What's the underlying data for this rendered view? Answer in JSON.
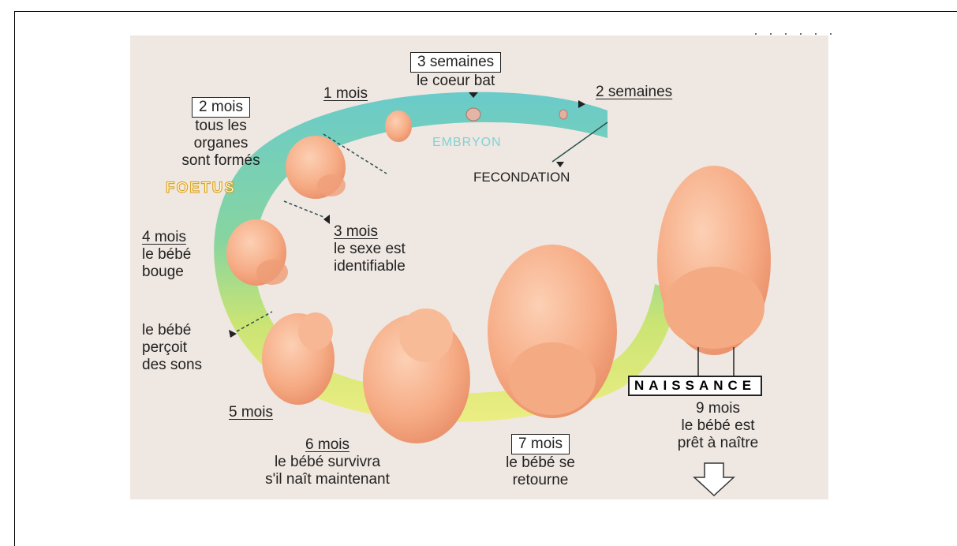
{
  "labels": {
    "partial_top": "· · · · · ·",
    "weeks3_title": "3 semaines",
    "weeks3_desc": "le coeur bat",
    "month1": "1 mois",
    "weeks2": "2 semaines",
    "embryon": "EMBRYON",
    "fecondation": "FECONDATION",
    "month2_title": "2 mois",
    "month2_desc": [
      "tous les",
      "organes",
      "sont formés"
    ],
    "foetus": "FOETUS",
    "month3_title": "3 mois",
    "month3_desc": [
      "le sexe est",
      "identifiable"
    ],
    "month4_title": "4 mois",
    "month4_desc": [
      "le bébé",
      "bouge"
    ],
    "hearing": [
      "le bébé",
      "perçoit",
      "des sons"
    ],
    "month5_title": "5 mois",
    "month6_title": "6 mois",
    "month6_desc": [
      "le bébé survivra",
      "s'il naît maintenant"
    ],
    "month7_title": "7 mois",
    "month7_desc": [
      "le bébé se",
      "retourne"
    ],
    "naissance": "NAISSANCE",
    "month9_desc": [
      "9 mois",
      "le bébé est",
      "prêt à naître"
    ]
  },
  "colors": {
    "embryo_band": "#5ec8c8",
    "foetus_band": "#a8dc6a",
    "late_band": "#e9ec6a",
    "skin": "#f6b08c",
    "skin_shadow": "#e98b68",
    "background": "#efe7e1"
  }
}
